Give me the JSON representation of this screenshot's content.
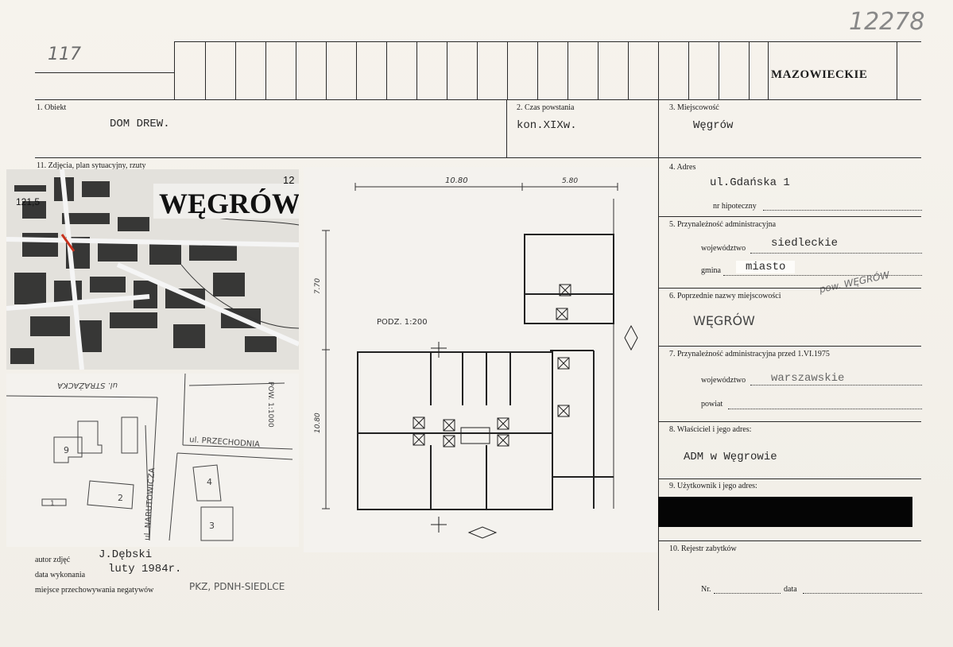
{
  "header": {
    "handwritten_number_left": "117",
    "handwritten_number_right": "12278",
    "voivodeship_stamp": "MAZOWIECKIE"
  },
  "fields": {
    "obiekt": {
      "label": "1. Obiekt",
      "value": "DOM DREW."
    },
    "czas": {
      "label": "2. Czas powstania",
      "value": "kon.XIXw."
    },
    "miejscowosc": {
      "label": "3. Miejscowość",
      "value": "Węgrów"
    },
    "zdjecia": {
      "label": "11. Zdjęcia, plan sytuacyjny, rzuty"
    },
    "adres": {
      "label": "4. Adres",
      "value": "ul.Gdańska 1",
      "nr_label": "nr hipoteczny"
    },
    "przynaleznosc": {
      "label": "5. Przynależność administracyjna",
      "woj_label": "województwo",
      "woj_value": "siedleckie",
      "gmina_label": "gmina",
      "gmina_value": "miasto",
      "note": "pow. WĘGRÓW"
    },
    "poprzednie": {
      "label": "6. Poprzednie nazwy miejscowości",
      "value": "WĘGRÓW"
    },
    "przed1975": {
      "label": "7. Przynależność administracyjna przed 1.VI.1975",
      "woj_label": "województwo",
      "woj_value": "warszawskie",
      "powiat_label": "powiat"
    },
    "wlasciciel": {
      "label": "8. Właściciel i jego adres:",
      "value": "ADM w Węgrowie"
    },
    "uzytkownik": {
      "label": "9. Użytkownik i jego adres:"
    },
    "rejestr": {
      "label": "10. Rejestr zabytków",
      "nr_label": "Nr.",
      "data_label": "data"
    }
  },
  "photo_meta": {
    "autor_label": "autor zdjęć",
    "autor_value": "J.Dębski",
    "data_label": "data wykonania",
    "data_value": "luty 1984r.",
    "miejsce_label": "miejsce przechowywania negatywów",
    "miejsce_value": "PKZ, PDNH-SIEDLCE"
  },
  "map": {
    "title": "WĘGRÓW",
    "elevation": "121,5",
    "corner_number": "12"
  },
  "site_plan": {
    "street_top": "ul. STRAŻACKA",
    "street_right": "ul. PRZECHODNIA",
    "street_vertical": "ul. NARUTOWICZA",
    "street_right_vertical": "POW. 1:1000",
    "plot_numbers": [
      "9",
      "2",
      "4",
      "3",
      "1"
    ]
  },
  "floor_plan": {
    "scale_label": "PODZ. 1:200",
    "dim_top_left": "10.80",
    "dim_top_right": "5.80",
    "dim_left_upper": "7.70",
    "dim_left_lower": "10.80"
  }
}
